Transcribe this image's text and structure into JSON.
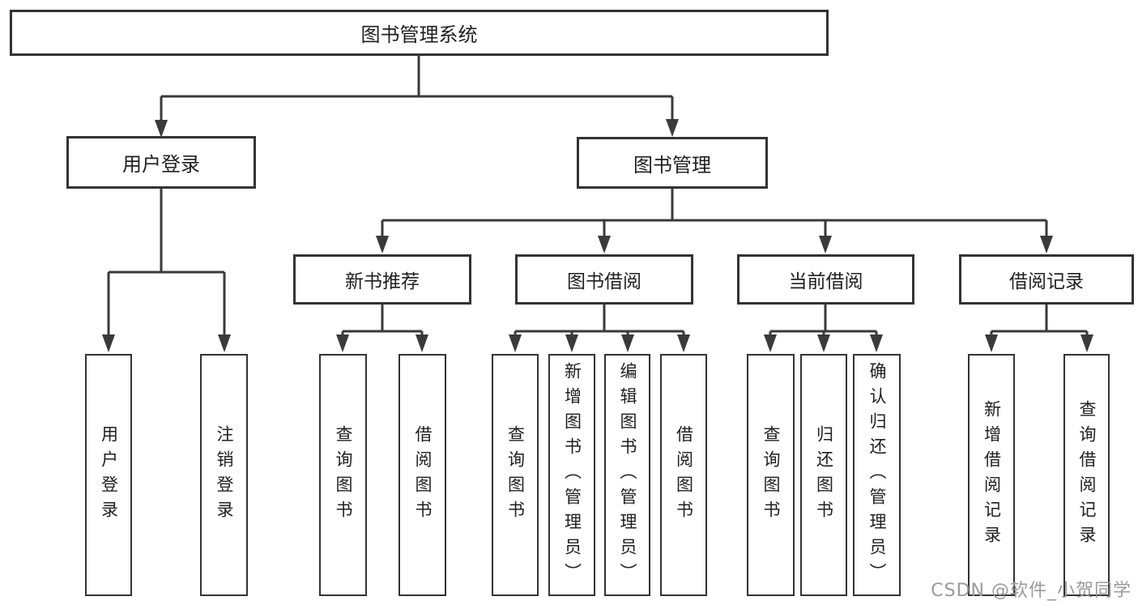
{
  "diagram": {
    "root": {
      "id": "library-management-system",
      "label": "图书管理系统"
    },
    "level2": [
      {
        "id": "user-login",
        "label": "用户登录"
      },
      {
        "id": "book-management",
        "label": "图书管理"
      }
    ],
    "level3": [
      {
        "id": "new-book-recommend",
        "label": "新书推荐",
        "parent": "图书管理"
      },
      {
        "id": "book-borrowing",
        "label": "图书借阅",
        "parent": "图书管理"
      },
      {
        "id": "current-borrowing",
        "label": "当前借阅",
        "parent": "图书管理"
      },
      {
        "id": "borrowing-records",
        "label": "借阅记录",
        "parent": "图书管理"
      }
    ],
    "leaves": [
      {
        "id": "user-login-leaf",
        "label": "用户登录",
        "parent": "用户登录"
      },
      {
        "id": "logout",
        "label": "注销登录",
        "parent": "用户登录"
      },
      {
        "id": "query-books-recommend",
        "label": "查询图书",
        "parent": "新书推荐"
      },
      {
        "id": "borrow-books-recommend",
        "label": "借阅图书",
        "parent": "新书推荐"
      },
      {
        "id": "query-books-borrowing",
        "label": "查询图书",
        "parent": "图书借阅"
      },
      {
        "id": "add-books-admin",
        "label": "新增图书（管理员）",
        "parent": "图书借阅"
      },
      {
        "id": "edit-books-admin",
        "label": "编辑图书（管理员）",
        "parent": "图书借阅"
      },
      {
        "id": "borrow-books",
        "label": "借阅图书",
        "parent": "图书借阅"
      },
      {
        "id": "query-books-current",
        "label": "查询图书",
        "parent": "当前借阅"
      },
      {
        "id": "return-books",
        "label": "归还图书",
        "parent": "当前借阅"
      },
      {
        "id": "confirm-return-admin",
        "label": "确认归还（管理员）",
        "parent": "当前借阅"
      },
      {
        "id": "add-borrow-record",
        "label": "新增借阅记录",
        "parent": "借阅记录"
      },
      {
        "id": "query-borrow-record",
        "label": "查询借阅记录",
        "parent": "借阅记录"
      }
    ]
  },
  "watermark": {
    "text": "CSDN @软件_小贺同学"
  },
  "colors": {
    "line": "#3a3a3a",
    "box_border": "#333333",
    "text": "#1f1f1f",
    "watermark": "#9a9a9a",
    "background": "#ffffff"
  }
}
